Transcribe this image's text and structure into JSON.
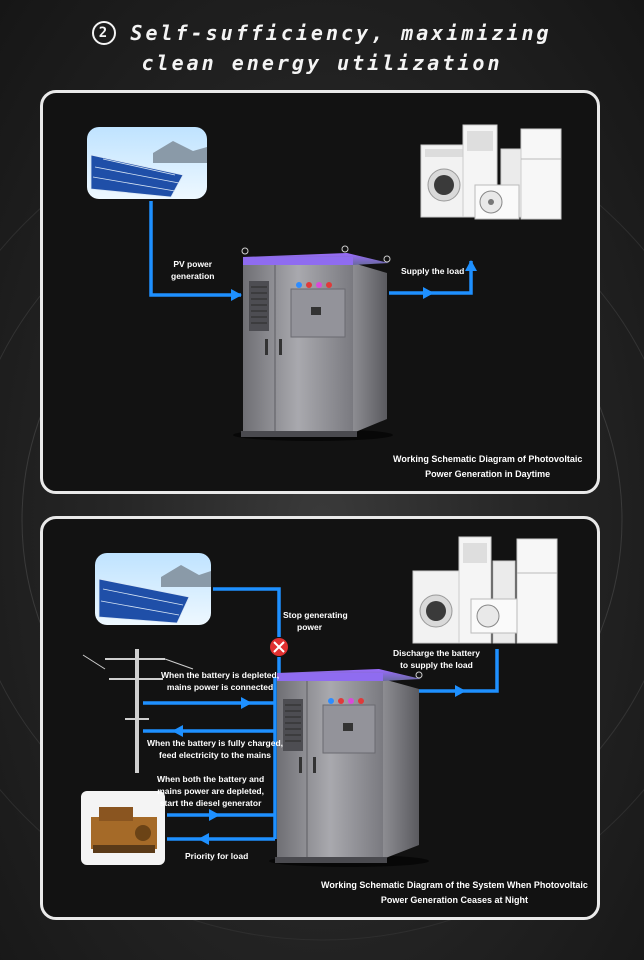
{
  "header": {
    "number_icon": "circled-2",
    "line1": "Self-sufficiency, maximizing",
    "line2": "clean energy utilization"
  },
  "daytime_diagram": {
    "pv_label_1": "PV power",
    "pv_label_2": "generation",
    "load_label": "Supply the load",
    "caption_1": "Working Schematic Diagram of Photovoltaic",
    "caption_2": "Power Generation in Daytime"
  },
  "night_diagram": {
    "stop_label_1": "Stop generating",
    "stop_label_2": "power",
    "discharge_label_1": "Discharge the battery",
    "discharge_label_2": "to supply the load",
    "depleted_label_1": "When the battery is depleted,",
    "depleted_label_2": "mains power is connected",
    "charged_label_1": "When the battery is fully charged,",
    "charged_label_2": "feed electricity to the mains",
    "diesel_label_1": "When both the battery and",
    "diesel_label_2": "mains power are depleted,",
    "diesel_label_3": "start the diesel generator",
    "priority_label": "Priority for load",
    "caption_1": "Working Schematic Diagram of the System When Photovoltaic",
    "caption_2": "Power Generation Ceases at Night"
  },
  "colors": {
    "flow_line": "#1e90ff",
    "panel_bg": "#121212",
    "panel_border": "#e9e9e9",
    "stop_marker": "#e03030",
    "cabinet_top_glow": "#8a5cff"
  }
}
